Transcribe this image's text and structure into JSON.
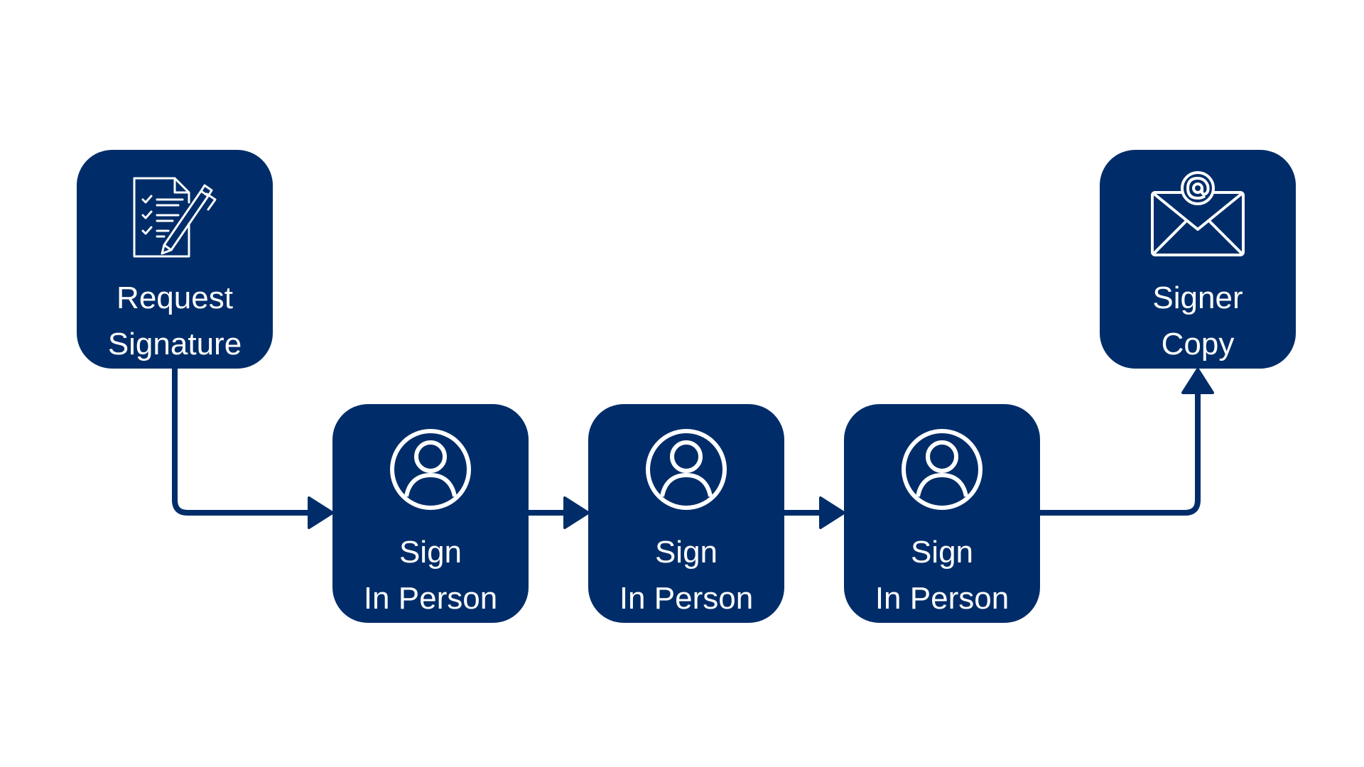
{
  "diagram": {
    "colors": {
      "node_fill": "#002d69",
      "connector": "#002d69",
      "label_text": "#ffffff",
      "background": "#ffffff"
    },
    "nodes": [
      {
        "id": "request",
        "icon": "document-signature-icon",
        "lines": [
          "Request",
          "Signature"
        ]
      },
      {
        "id": "sign-1",
        "icon": "user-icon",
        "lines": [
          "Sign",
          "In Person"
        ]
      },
      {
        "id": "sign-2",
        "icon": "user-icon",
        "lines": [
          "Sign",
          "In Person"
        ]
      },
      {
        "id": "sign-3",
        "icon": "user-icon",
        "lines": [
          "Sign",
          "In Person"
        ]
      },
      {
        "id": "copy",
        "icon": "email-envelope-icon",
        "lines": [
          "Signer",
          "Copy"
        ]
      }
    ],
    "edges": [
      {
        "from": "request",
        "to": "sign-1"
      },
      {
        "from": "sign-1",
        "to": "sign-2"
      },
      {
        "from": "sign-2",
        "to": "sign-3"
      },
      {
        "from": "sign-3",
        "to": "copy"
      }
    ]
  }
}
